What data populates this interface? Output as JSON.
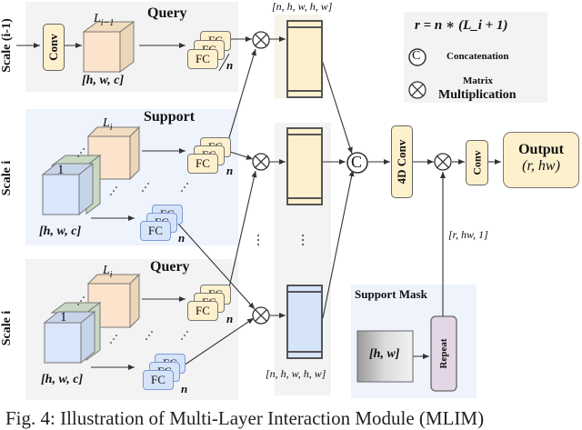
{
  "scales": {
    "top": "Scale (i-1)",
    "middle": "Scale i",
    "bottom": "Scale i"
  },
  "panels": {
    "query_top": {
      "title": "Query",
      "conv": "Conv",
      "layer_label": "L_{i-1}",
      "dims": "[h, w, c]",
      "fc": "FC",
      "n": "n"
    },
    "support": {
      "title": "Support",
      "layer_label": "L_i",
      "first_label": "1",
      "dims": "[h, w, c]",
      "fc": "FC",
      "n": "n"
    },
    "query_bottom": {
      "title": "Query",
      "layer_label": "L_i",
      "first_label": "1",
      "dims": "[h, w, c]",
      "fc": "FC",
      "n": "n"
    }
  },
  "columns": {
    "top_dims": "[n, h, w, h, w]",
    "bottom_dims": "[n, h, w, h, w]",
    "ellipsis": "⋮"
  },
  "legend": {
    "formula": "r = n ∗ (L_i + 1)",
    "concat_symbol": "C",
    "concat_label": "Concatenation",
    "mult_label_1": "Matrix",
    "mult_label_2": "Multiplication"
  },
  "pipeline": {
    "conv4d": "4D Conv",
    "conv": "Conv",
    "output_title": "Output",
    "output_dims": "(r, hw)",
    "mask_dims": "[r, hw, 1]"
  },
  "support_mask": {
    "title": "Support Mask",
    "mask_label": "[h, w]",
    "repeat": "Repeat"
  },
  "caption": "Fig. 4: Illustration of Multi-Layer Interaction Module (MLIM)"
}
